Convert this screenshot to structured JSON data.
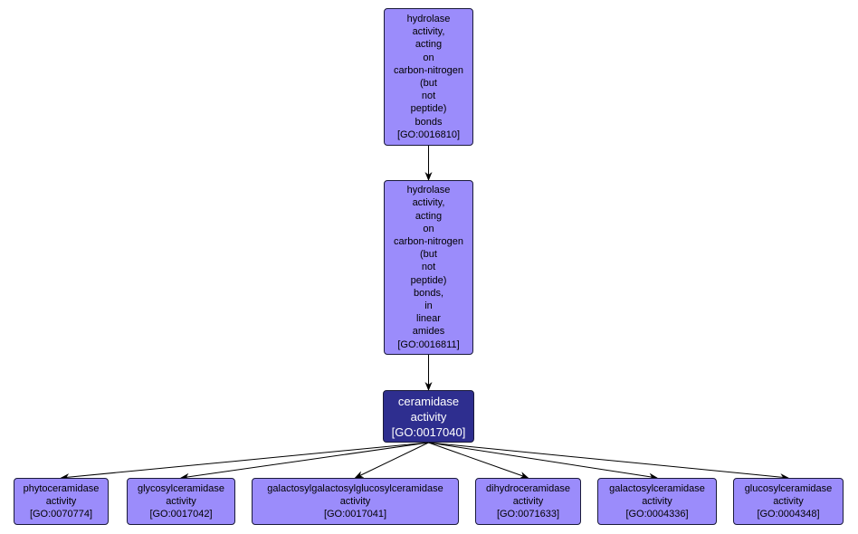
{
  "nodes": {
    "n16810": {
      "lines": [
        "hydrolase",
        "activity,",
        "acting",
        "on",
        "carbon-nitrogen",
        "(but",
        "not",
        "peptide)",
        "bonds",
        "[GO:0016810]"
      ]
    },
    "n16811": {
      "lines": [
        "hydrolase",
        "activity,",
        "acting",
        "on",
        "carbon-nitrogen",
        "(but",
        "not",
        "peptide)",
        "bonds,",
        "in",
        "linear",
        "amides",
        "[GO:0016811]"
      ]
    },
    "n17040": {
      "lines": [
        "ceramidase",
        "activity",
        "[GO:0017040]"
      ]
    },
    "n70774": {
      "lines": [
        "phytoceramidase",
        "activity",
        "[GO:0070774]"
      ]
    },
    "n17042": {
      "lines": [
        "glycosylceramidase",
        "activity",
        "[GO:0017042]"
      ]
    },
    "n17041": {
      "lines": [
        "galactosylgalactosylglucosylceramidase",
        "activity",
        "[GO:0017041]"
      ]
    },
    "n71633": {
      "lines": [
        "dihydroceramidase",
        "activity",
        "[GO:0071633]"
      ]
    },
    "n04336": {
      "lines": [
        "galactosylceramidase",
        "activity",
        "[GO:0004336]"
      ]
    },
    "n04348": {
      "lines": [
        "glucosylceramidase",
        "activity",
        "[GO:0004348]"
      ]
    }
  },
  "edges": [
    {
      "from": "n16810",
      "to": "n16811"
    },
    {
      "from": "n16811",
      "to": "n17040"
    },
    {
      "from": "n17040",
      "to": "n70774"
    },
    {
      "from": "n17040",
      "to": "n17042"
    },
    {
      "from": "n17040",
      "to": "n17041"
    },
    {
      "from": "n17040",
      "to": "n71633"
    },
    {
      "from": "n17040",
      "to": "n04336"
    },
    {
      "from": "n17040",
      "to": "n04348"
    }
  ],
  "colors": {
    "node_fill": "#9b8cfb",
    "focus_fill": "#2e2e8f",
    "border": "#1a1a3a",
    "edge": "#000000"
  }
}
